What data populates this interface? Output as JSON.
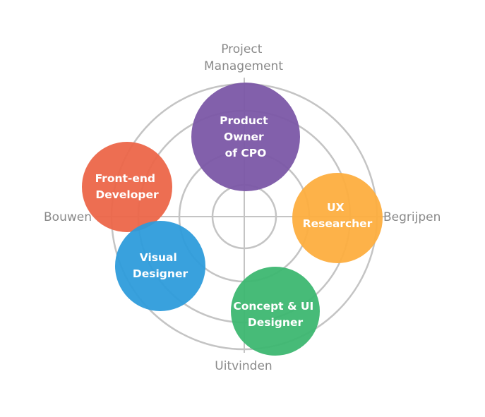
{
  "axis_labels": {
    "top": [
      "Project",
      "Management"
    ],
    "left": "Bouwen",
    "right": "Begrijpen",
    "bottom": "Uitvinden"
  },
  "roles": [
    {
      "id": "product-owner",
      "lines": [
        "Product",
        "Owner",
        "of CPO"
      ],
      "color": "#7a56a6"
    },
    {
      "id": "front-end-developer",
      "lines": [
        "Front-end",
        "Developer"
      ],
      "color": "#ec6547"
    },
    {
      "id": "ux-researcher",
      "lines": [
        "UX",
        "Researcher"
      ],
      "color": "#fdad3e"
    },
    {
      "id": "visual-designer",
      "lines": [
        "Visual",
        "Designer"
      ],
      "color": "#2d9bdb"
    },
    {
      "id": "concept-ui-designer",
      "lines": [
        "Concept & UI",
        "Designer"
      ],
      "color": "#3cb770"
    }
  ]
}
